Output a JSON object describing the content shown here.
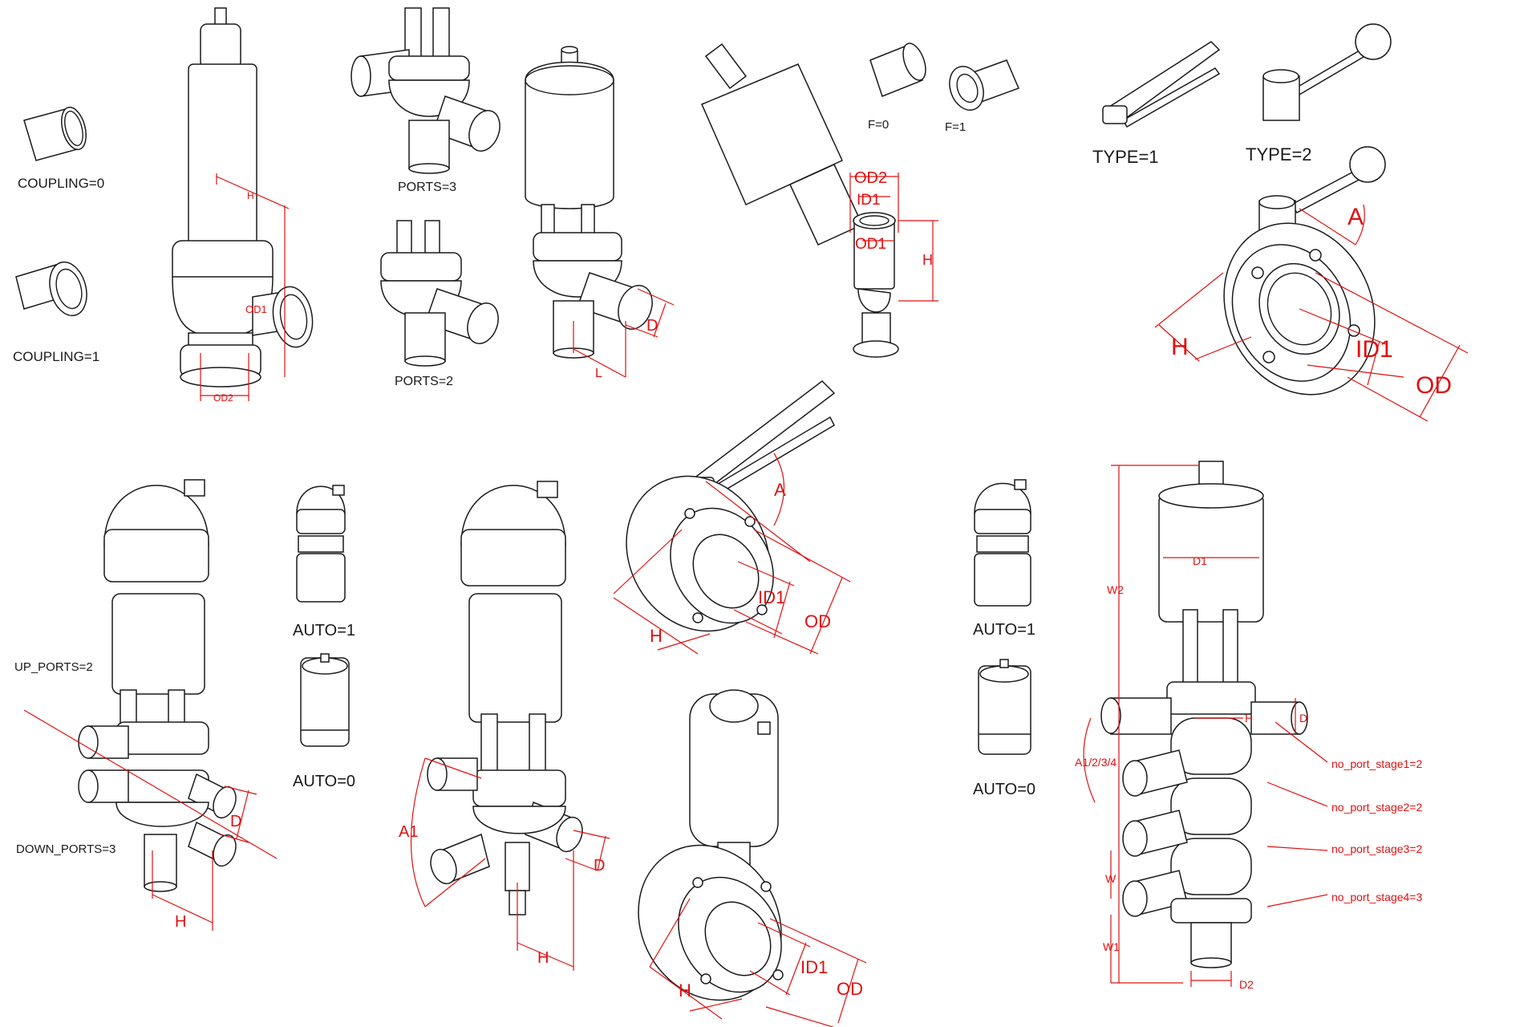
{
  "labels": {
    "coupling0": "COUPLING=0",
    "coupling1": "COUPLING=1",
    "ports3": "PORTS=3",
    "ports2": "PORTS=2",
    "f0": "F=0",
    "f1": "F=1",
    "type1": "TYPE=1",
    "type2": "TYPE=2",
    "auto1_a": "AUTO=1",
    "auto0_a": "AUTO=0",
    "auto1_b": "AUTO=1",
    "auto0_b": "AUTO=0",
    "up_ports": "UP_PORTS=2",
    "down_ports": "DOWN_PORTS=3",
    "stage1": "no_port_stage1=2",
    "stage2": "no_port_stage2=2",
    "stage3": "no_port_stage3=2",
    "stage4": "no_port_stage4=3"
  },
  "dimensions": {
    "h": "H",
    "d": "D",
    "od": "OD",
    "od1": "OD1",
    "od2": "OD2",
    "id1": "ID1",
    "a": "A",
    "a1": "A1",
    "d1": "D1",
    "d2": "D2",
    "w": "W",
    "w1": "W1",
    "w2": "W2",
    "a1234": "A1/2/3/4",
    "l": "L"
  }
}
